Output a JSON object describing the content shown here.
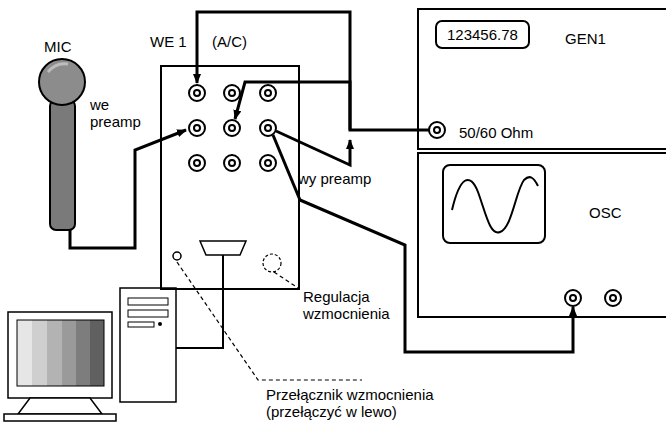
{
  "diagram": {
    "nodes": [
      {
        "text": [
          "GEN1",
          "50/60 Ohm"
        ]
      },
      {
        "text": [
          "123456.78"
        ],
        "in": 0
      },
      {
        "text": [
          "OSC"
        ]
      },
      {
        "text": [
          "WE 1",
          "(A/C)"
        ]
      }
    ],
    "edges": [
      {
        "from": 0,
        "to": 3,
        "arrow": "to"
      },
      {
        "from": 3,
        "to": 2,
        "arrow": "to"
      }
    ],
    "labels": [
      "MIC",
      "we preamp",
      "wy preamp",
      "Regulacja wzmocnienia",
      "Przełącznik wzmocnienia (przełączyć w lewo)"
    ]
  }
}
